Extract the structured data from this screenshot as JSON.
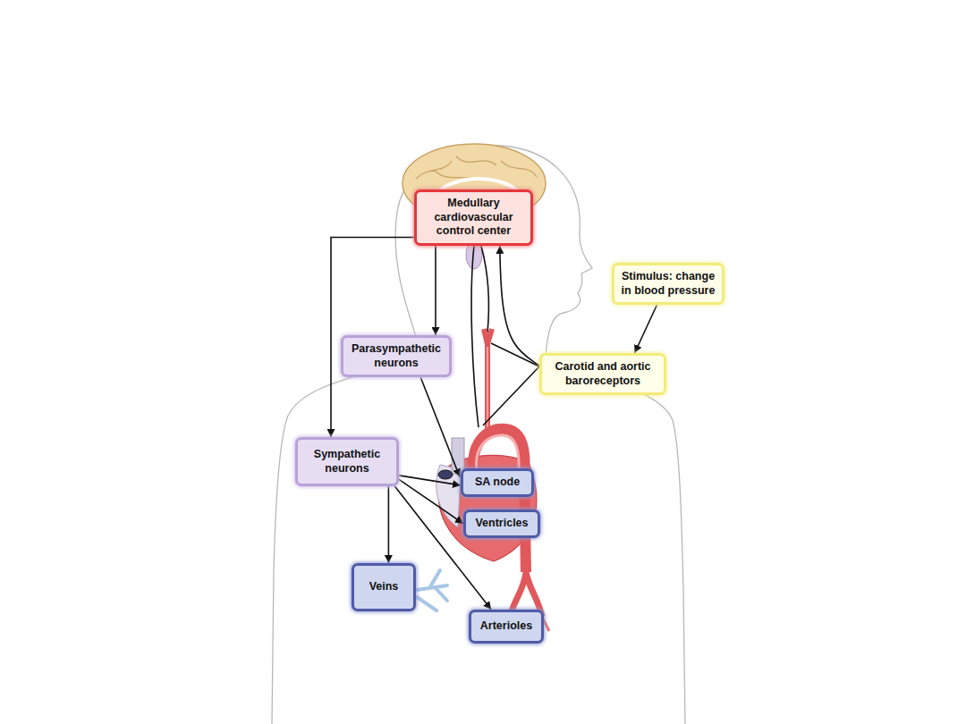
{
  "diagram": {
    "nodes": [
      {
        "text": [
          "Medullary cardiovascular control center"
        ]
      },
      {
        "text": [
          "Stimulus: change in blood pressure"
        ]
      },
      {
        "text": [
          "Parasympathetic neurons"
        ]
      },
      {
        "text": [
          "Carotid and aortic baroreceptors"
        ]
      },
      {
        "text": [
          "Sympathetic neurons"
        ]
      },
      {
        "text": [
          "SA node"
        ]
      },
      {
        "text": [
          "Ventricles"
        ]
      },
      {
        "text": [
          "Veins"
        ]
      },
      {
        "text": [
          "Arterioles"
        ]
      }
    ],
    "edges": [
      {
        "from": 1,
        "to": 3,
        "arrow": "to"
      },
      {
        "from": 3,
        "to": 0,
        "arrow": "to"
      },
      {
        "from": 0,
        "to": 2,
        "arrow": "to"
      },
      {
        "from": 0,
        "to": 4,
        "arrow": "to"
      },
      {
        "from": 2,
        "to": 5,
        "arrow": "to"
      },
      {
        "from": 4,
        "to": 5,
        "arrow": "to"
      },
      {
        "from": 4,
        "to": 6,
        "arrow": "to"
      },
      {
        "from": 4,
        "to": 7,
        "arrow": "to"
      },
      {
        "from": 4,
        "to": 8,
        "arrow": "to"
      }
    ]
  }
}
